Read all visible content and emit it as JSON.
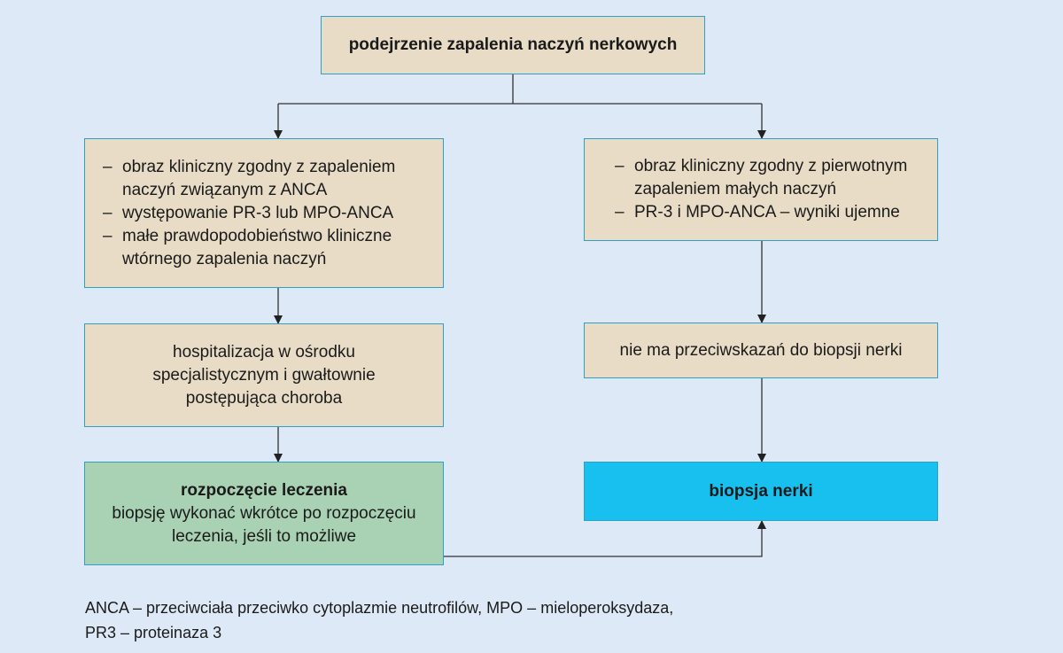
{
  "nodes": {
    "top": "podejrzenie zapalenia naczyń nerkowych",
    "left_criteria": [
      "obraz kliniczny zgodny z zapaleniem naczyń związanym z ANCA",
      "występowanie PR-3 lub MPO-ANCA",
      "małe prawdopodobieństwo kliniczne wtórnego zapalenia naczyń"
    ],
    "right_criteria": [
      "obraz kliniczny zgodny z pierwotnym zapaleniem małych naczyń",
      "PR-3 i MPO-ANCA – wyniki ujemne"
    ],
    "hospitalization": "hospitalizacja w ośrodku specjalistycznym i gwałtownie postępująca choroba",
    "no_contraindications": "nie ma przeciwskazań do biopsji nerki",
    "treatment_title": "rozpoczęcie leczenia",
    "treatment_text": "biopsję wykonać wkrótce po rozpoczęciu leczenia, jeśli to możliwe",
    "biopsy": "biopsja nerki"
  },
  "legend": {
    "line1": "ANCA – przeciwciała przeciwko cytoplazmie neutrofilów, MPO – mieloperoksydaza,",
    "line2": "PR3 – proteinaza 3"
  },
  "colors": {
    "box_fill": "#e8dcc6",
    "box_border": "#2e9fc7",
    "treatment_fill": "#a9d1b3",
    "biopsy_fill": "#17c0ef",
    "background": "#dde9f6"
  }
}
